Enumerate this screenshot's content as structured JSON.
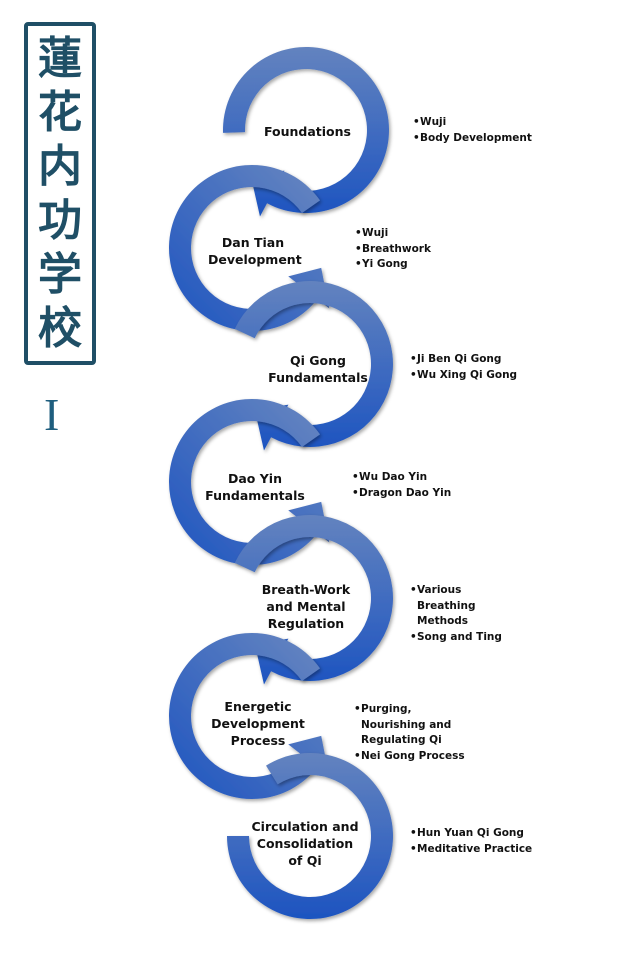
{
  "title": {
    "characters": [
      "蓮",
      "花",
      "内",
      "功",
      "学",
      "校"
    ],
    "numeral": "I"
  },
  "colors": {
    "title_border": "#1f4f66",
    "arrow_light": "#6383bf",
    "arrow_dark": "#1d54c0",
    "text": "#111111"
  },
  "steps": [
    {
      "label": "Foundations",
      "bullets": [
        "Wuji",
        "Body Development"
      ]
    },
    {
      "label": "Dan Tian Development",
      "bullets": [
        "Wuji",
        "Breathwork",
        "Yi Gong"
      ]
    },
    {
      "label": "Qi Gong Fundamentals",
      "bullets": [
        "Ji Ben Qi Gong",
        "Wu Xing Qi Gong"
      ]
    },
    {
      "label": "Dao Yin Fundamentals",
      "bullets": [
        "Wu Dao Yin",
        "Dragon Dao Yin"
      ]
    },
    {
      "label": "Breath-Work and Mental Regulation",
      "bullets": [
        "Various Breathing Methods",
        "Song and Ting"
      ]
    },
    {
      "label": "Energetic Development Process",
      "bullets": [
        "Purging, Nourishing and Regulating Qi",
        "Nei Gong Process"
      ]
    },
    {
      "label": "Circulation and Consolidation of Qi",
      "bullets": [
        "Hun Yuan Qi Gong",
        "Meditative Practice"
      ]
    }
  ]
}
